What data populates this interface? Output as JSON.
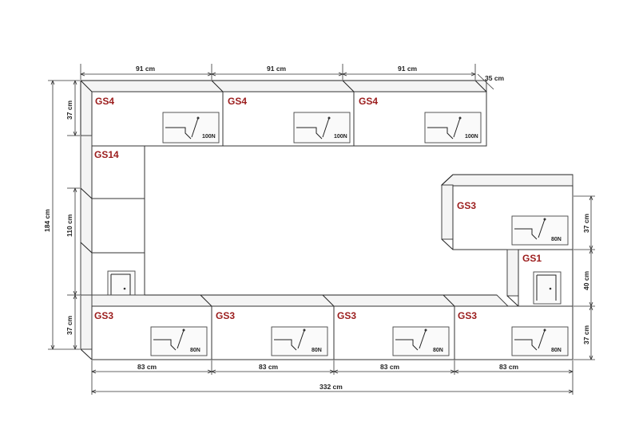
{
  "widths": {
    "top_unit": "91 cm",
    "top_depth": "35 cm",
    "bottom_unit": "83 cm",
    "total": "332 cm"
  },
  "heights": {
    "left_top": "37 cm",
    "left_total": "184 cm",
    "left_middle": "110 cm",
    "left_bottom": "37 cm",
    "right_top": "37 cm",
    "right_middle": "40 cm",
    "right_bottom": "37 cm"
  },
  "modules": {
    "top": [
      {
        "label": "GS4",
        "load": "100N"
      },
      {
        "label": "GS4",
        "load": "100N"
      },
      {
        "label": "GS4",
        "load": "100N"
      }
    ],
    "column": {
      "label": "GS14"
    },
    "right_wall": {
      "label": "GS3",
      "load": "80N"
    },
    "right_small": {
      "label": "GS1"
    },
    "bottom": [
      {
        "label": "GS3",
        "load": "80N"
      },
      {
        "label": "GS3",
        "load": "80N"
      },
      {
        "label": "GS3",
        "load": "80N"
      },
      {
        "label": "GS3",
        "load": "80N"
      }
    ]
  }
}
